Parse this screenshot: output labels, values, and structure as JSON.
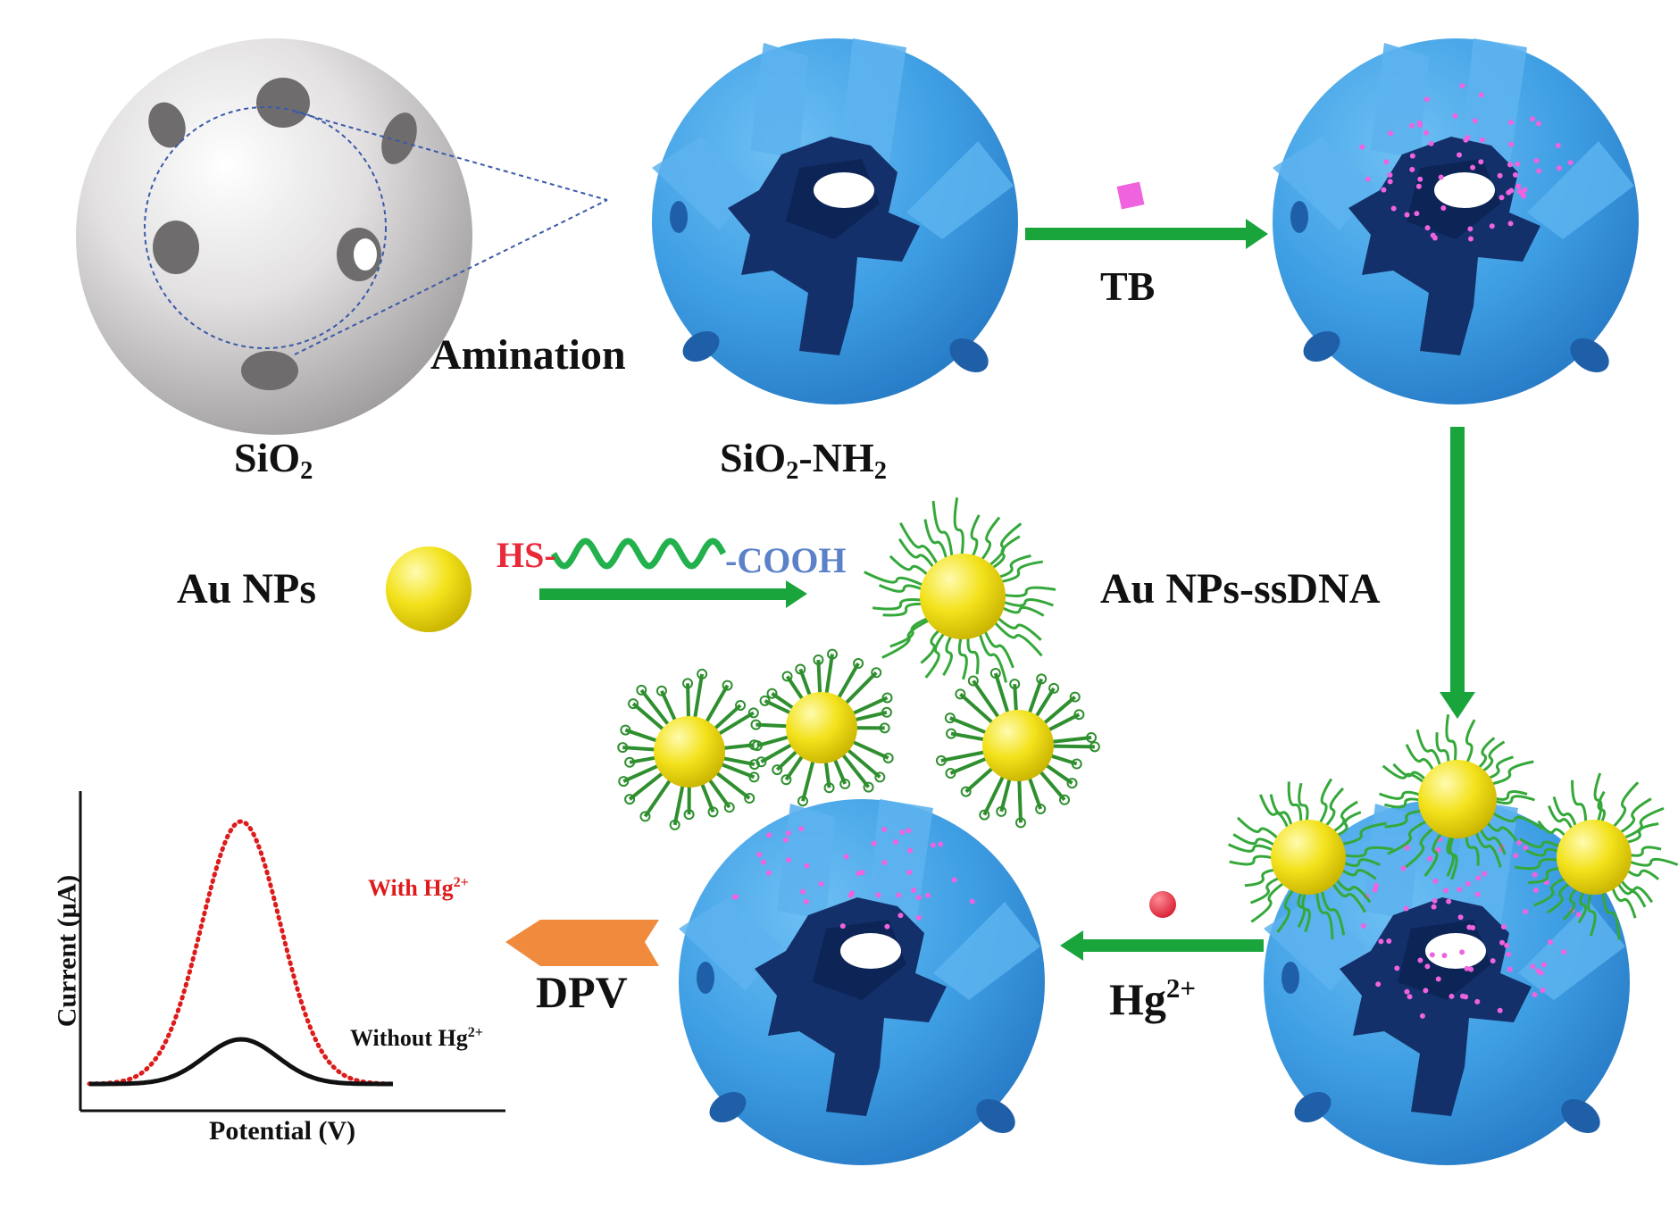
{
  "colors": {
    "arrow_green": "#1aa53c",
    "arrow_orange": "#f08a3c",
    "sphere_blue": "#3f9fe4",
    "pore_navy": "#14306a",
    "silica_gray": "#d6d3d4",
    "gold": "#f3e21c",
    "dye_pink": "#ef63df",
    "mercury_red": "#e02a3c",
    "curve_red": "#dd1b1b",
    "curve_black": "#111111",
    "hs_red": "#e8293a",
    "cooh_blue": "#5b82c8"
  },
  "labels": {
    "sio2": {
      "base": "SiO",
      "sub": "2"
    },
    "amination": "Amination",
    "sio2_nh2": {
      "a": "SiO",
      "sub1": "2",
      "b": "-NH",
      "sub2": "2"
    },
    "tb": "TB",
    "au_nps": "Au NPs",
    "hs": "HS-",
    "cooh": "-COOH",
    "au_nps_ssdna": "Au NPs-ssDNA",
    "hg": {
      "base": "Hg",
      "sup": "2+"
    },
    "dpv": "DPV"
  },
  "chart_data": {
    "type": "line",
    "xlabel": "Potential (V)",
    "ylabel": "Current (μA)",
    "series": [
      {
        "name": "With Hg2+",
        "style": "dotted",
        "color": "#dd1b1b",
        "center": 0.5,
        "width": 0.13,
        "peak": 1.0,
        "baseline": 0.0
      },
      {
        "name": "Without Hg2+",
        "style": "solid",
        "color": "#111111",
        "center": 0.5,
        "width": 0.12,
        "peak": 0.17,
        "baseline": 0.0
      }
    ],
    "legend": {
      "with": {
        "base": "With Hg",
        "sup": "2+"
      },
      "without": {
        "base": "Without Hg",
        "sup": "2+"
      }
    }
  }
}
